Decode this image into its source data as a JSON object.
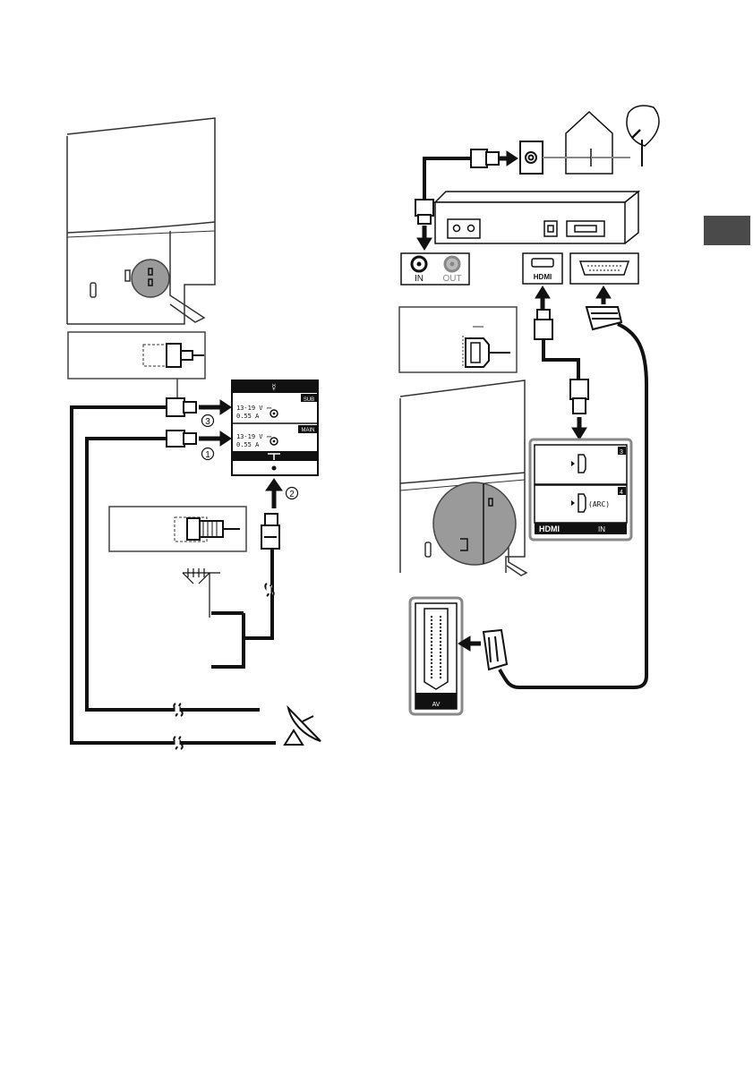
{
  "colors": {
    "ink": "#111111",
    "tab": "#4a4a4a",
    "zoom": "#9a9a9a",
    "panel": "#ffffff"
  },
  "steps": {
    "one": "1",
    "two": "2",
    "three": "3"
  },
  "antenna_panel": {
    "sat_sub_label": "SUB",
    "sat_sub_rating": [
      "13-19 V ⎓",
      "0.55 A"
    ],
    "sat_main_label": "MAIN",
    "sat_main_rating": [
      "13-19 V ⎓",
      "0.55 A"
    ]
  },
  "stb_ports": {
    "in_label": "IN",
    "out_label": "OUT"
  },
  "hdmi_panel": {
    "port_top_num": "3",
    "port_bottom_num": "4",
    "arc_label": "(ARC)",
    "in_label": "IN",
    "logo_text": "HDMI"
  },
  "scart_panel": {
    "label": "AV"
  },
  "icons": [
    "satellite-dish-icon",
    "terrestrial-antenna-icon",
    "house-icon",
    "hdmi-logo-icon",
    "scart-connector-icon"
  ]
}
